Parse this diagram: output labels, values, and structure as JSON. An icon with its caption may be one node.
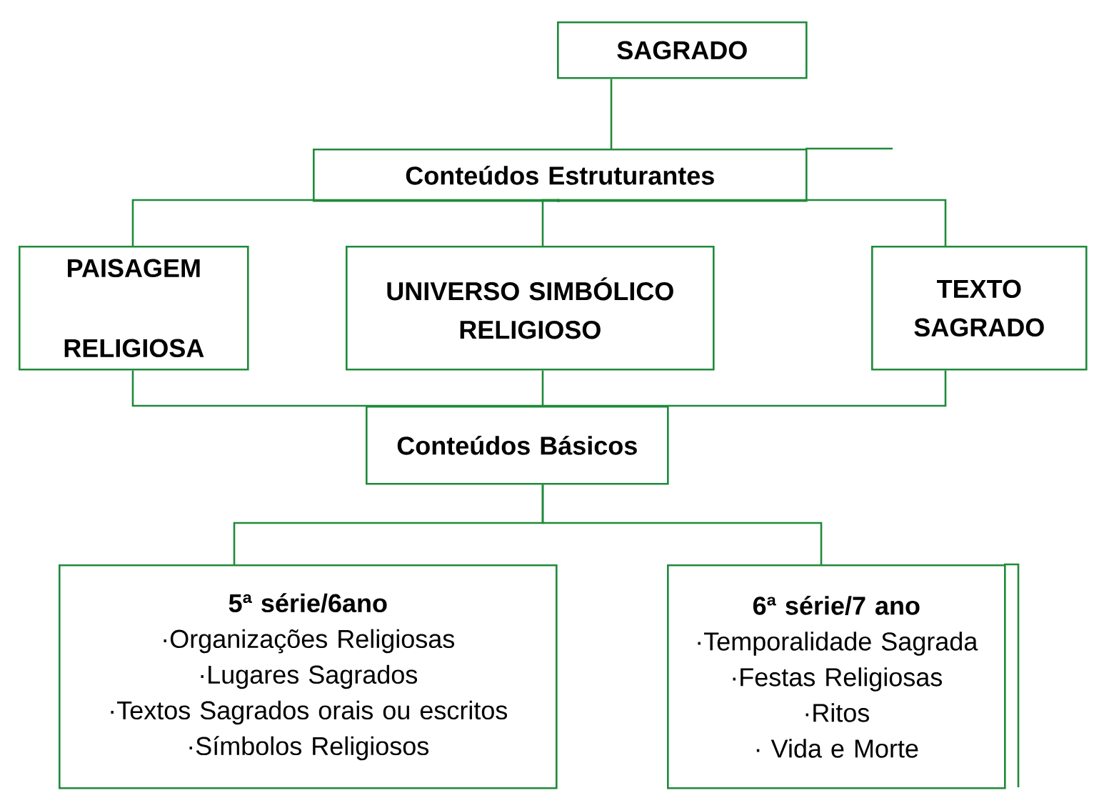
{
  "diagram": {
    "nodes": [
      {
        "text": [
          "SAGRADO"
        ]
      },
      {
        "text": [
          "Conteúdos Estruturantes"
        ]
      },
      {
        "text": [
          "PAISAGEM RELIGIOSA"
        ]
      },
      {
        "text": [
          "UNIVERSO SIMBÓLICO RELIGIOSO"
        ]
      },
      {
        "text": [
          "TEXTO SAGRADO"
        ]
      },
      {
        "text": [
          "Conteúdos Básicos"
        ]
      },
      {
        "text": [
          "5ª série/6ano",
          "·Organizações Religiosas",
          "·Lugares Sagrados",
          "·Textos Sagrados orais ou escritos",
          "·Símbolos Religiosos"
        ]
      },
      {
        "text": [
          "6ª série/7 ano",
          "·Temporalidade Sagrada",
          "·Festas Religiosas",
          "·Ritos",
          "· Vida e Morte"
        ]
      }
    ],
    "edges": [
      {
        "from": 0,
        "to": 1,
        "arrow": "none"
      },
      {
        "from": 1,
        "to": 2,
        "arrow": "none"
      },
      {
        "from": 1,
        "to": 3,
        "arrow": "none"
      },
      {
        "from": 1,
        "to": 4,
        "arrow": "none"
      },
      {
        "from": 2,
        "to": 5,
        "arrow": "none"
      },
      {
        "from": 3,
        "to": 5,
        "arrow": "none"
      },
      {
        "from": 4,
        "to": 5,
        "arrow": "none"
      },
      {
        "from": 5,
        "to": 6,
        "arrow": "none"
      },
      {
        "from": 5,
        "to": 7,
        "arrow": "none"
      }
    ]
  }
}
